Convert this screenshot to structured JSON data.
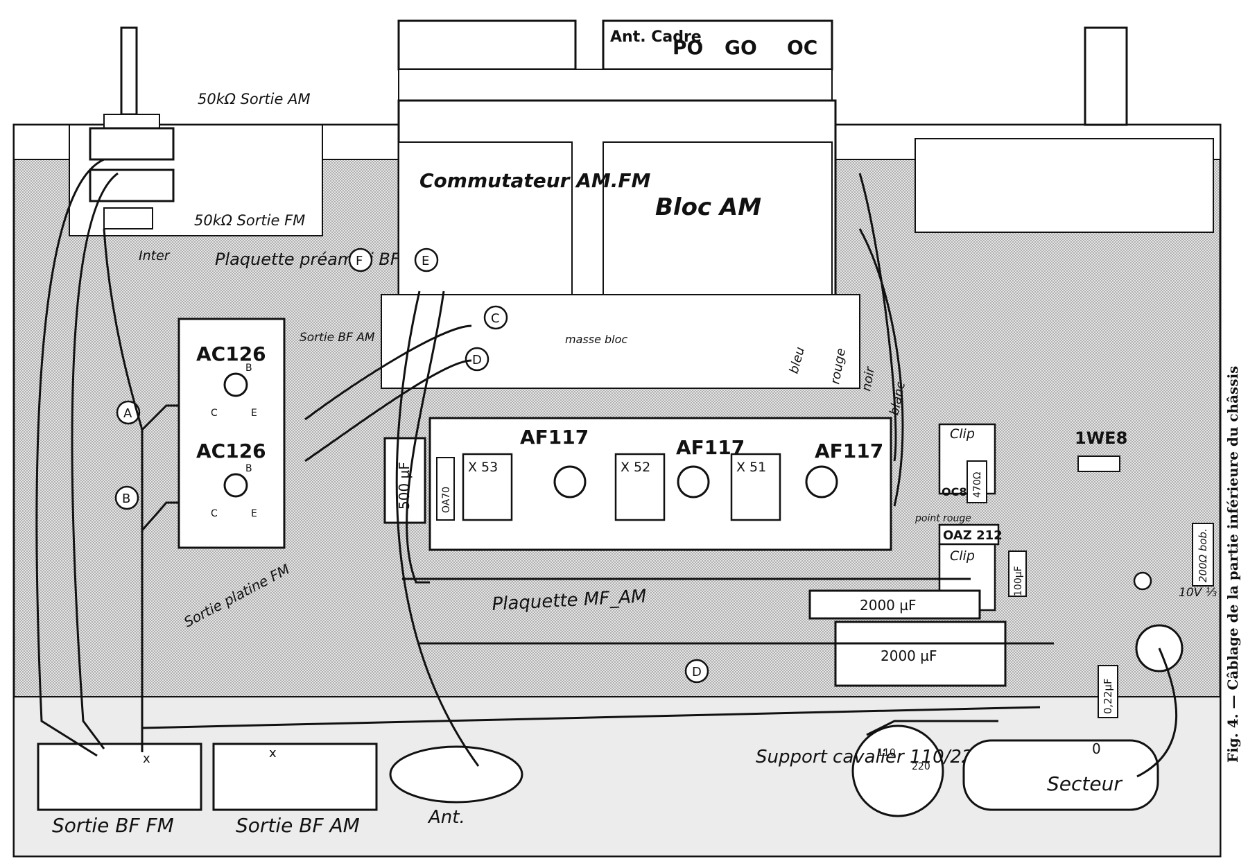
{
  "chassis": {
    "potentiometer_top": "50kΩ Sortie AM",
    "potentiometer_bottom": "50kΩ Sortie FM",
    "switch": "Inter",
    "preamp_board": "Plaquette préampli BF",
    "preamp_out": "Sortie BF AM",
    "transistor_1": "AC126",
    "transistor_2": "AC126",
    "pin_b": "B",
    "pin_c": "C",
    "pin_e": "E",
    "fm_deck_out": "Sortie platine FM",
    "switch_block": "Commutateur AM.FM",
    "am_block": "Bloc AM",
    "ground_block": "masse bloc",
    "tabs": [
      "Ant. Cadre",
      "PO",
      "GO",
      "OC"
    ],
    "wire_labels": [
      "F",
      "E",
      "C",
      "D",
      "A",
      "B",
      "D"
    ],
    "wire_colors": [
      "bleu",
      "rouge",
      "noir",
      "blanc"
    ],
    "cap_500": "500 µF",
    "diode": "OA70",
    "coils": [
      "X 53",
      "X 52",
      "X 51"
    ],
    "if_transistors": [
      "AF117",
      "AF117",
      "AF117"
    ],
    "if_board": "Plaquette MF_AM",
    "clip_top": "Clip",
    "clip_bottom": "Clip",
    "oc80": "OC80",
    "res_470": "470Ω",
    "oaz": "OAZ 212",
    "point_rouge": "point rouge",
    "fuse": "1WE8",
    "cap_100": "100µF",
    "res_200": "200Ω bob.",
    "lamp": "10V ⅓",
    "filter_cap_1": "2000 µF",
    "filter_cap_2": "2000 µF",
    "cap_022": "0,22µF",
    "bf_fm_out": "Sortie BF FM",
    "bf_am_out": "Sortie BF AM",
    "antenna": "Ant.",
    "voltage_selector": "Support cavalier 110/220V",
    "v110": "110",
    "v220": "220",
    "mains": "Secteur",
    "zero": "0",
    "x_mark": "x",
    "caption": "Fig. 4. — Câblage de la partie inférieure du châssis"
  },
  "colors": {
    "ink": "#111111",
    "chassis_fill": "#d9d9d9",
    "paper": "#ffffff"
  }
}
